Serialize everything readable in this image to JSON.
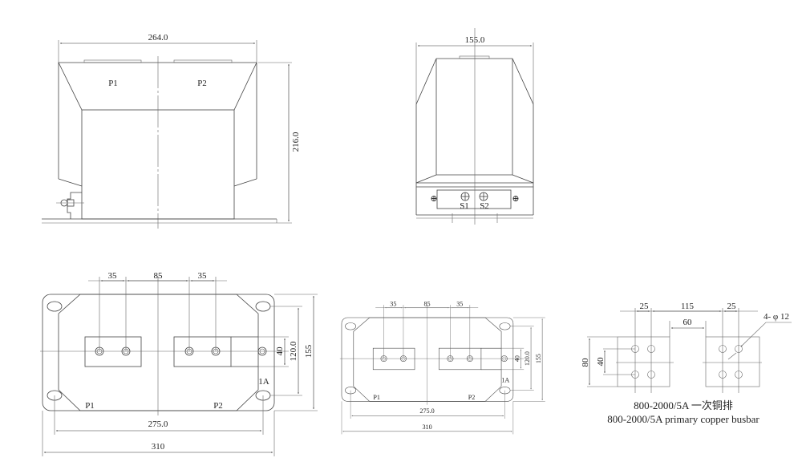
{
  "front_view": {
    "width_dim": "264.0",
    "height_dim": "216.0",
    "p1": "P1",
    "p2": "P2"
  },
  "side_view": {
    "width_dim": "155.0",
    "s1": "S1",
    "s2": "S2"
  },
  "plan_view": {
    "dim_35_left": "35",
    "dim_85": "85",
    "dim_35_right": "35",
    "dim_40": "40",
    "dim_120": "120.0",
    "dim_155": "155",
    "label_1a": "1A",
    "p1": "P1",
    "p2": "P2",
    "dim_275": "275.0",
    "dim_310": "310"
  },
  "busbar": {
    "dim_25_left": "25",
    "dim_115": "115",
    "dim_25_right": "25",
    "dim_60": "60",
    "dim_80": "80",
    "dim_40": "40",
    "holes": "4- φ 12",
    "caption_cn": "800-2000/5A 一次铜排",
    "caption_en": "800-2000/5A primary copper busbar"
  }
}
